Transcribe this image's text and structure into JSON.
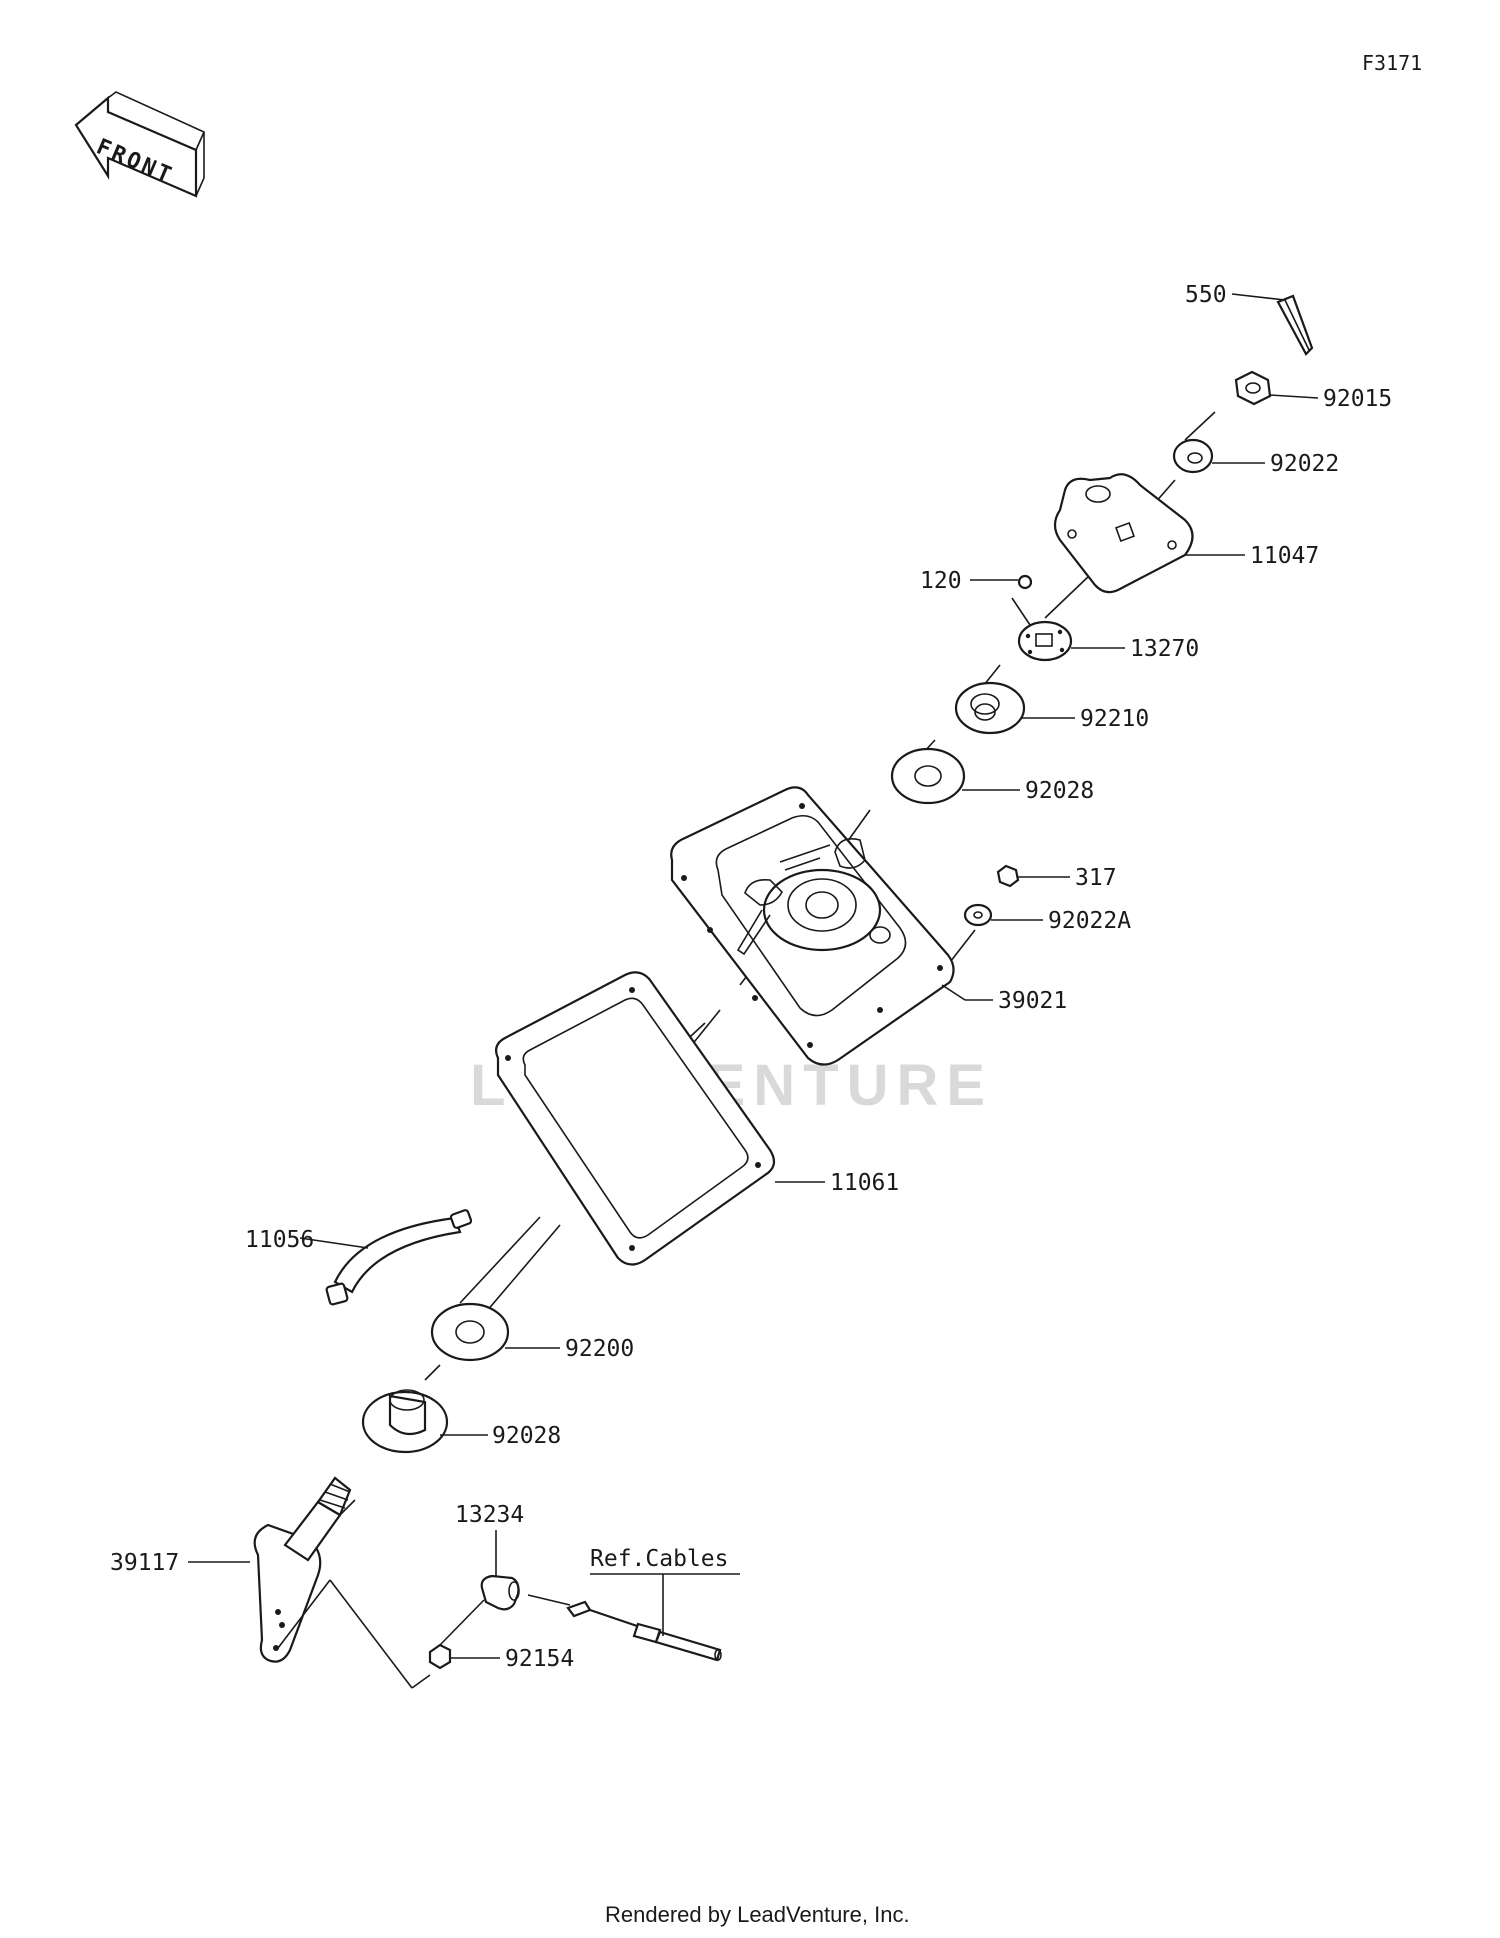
{
  "figure_code": "F3171",
  "front_arrow_label": "FRONT",
  "watermark": "LEADVENTURE",
  "credit": "Rendered by LeadVenture, Inc.",
  "parts": {
    "p550": "550",
    "p92015": "92015",
    "p92022": "92022",
    "p11047": "11047",
    "p120": "120",
    "p13270": "13270",
    "p92210": "92210",
    "p92028_top": "92028",
    "p317": "317",
    "p92022A": "92022A",
    "p39021": "39021",
    "p11061": "11061",
    "p11056": "11056",
    "p92200": "92200",
    "p92028_bottom": "92028",
    "p13234": "13234",
    "ref_cables": "Ref.Cables",
    "p39117": "39117",
    "p92154": "92154"
  },
  "colors": {
    "line": "#1a1a1a",
    "background": "#ffffff",
    "watermark": "#d9d9d9"
  }
}
